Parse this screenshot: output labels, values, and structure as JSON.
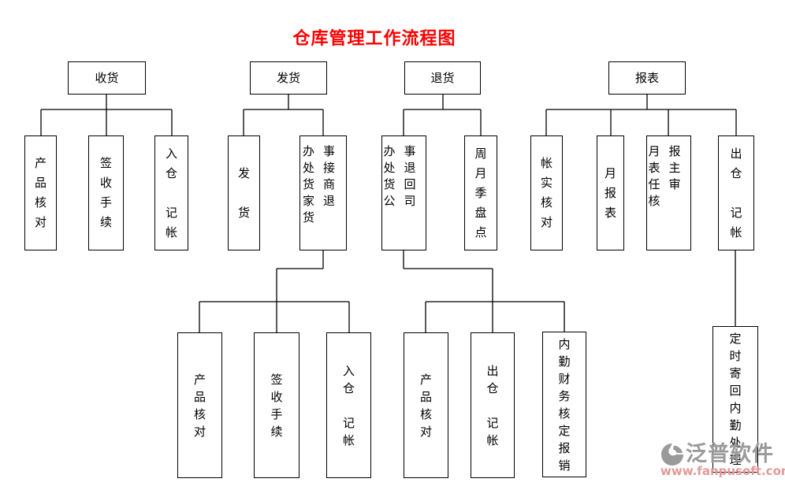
{
  "title": "仓库管理工作流程图",
  "colors": {
    "title": "#ff0000",
    "connector": "#000000",
    "watermark_brand": "#9a9a9a",
    "watermark_site": "#e59898"
  },
  "flow": {
    "receiving": {
      "root": "收货",
      "children": {
        "product_check": "产\n品\n核\n对",
        "sign_procedure": "签\n收\n手\n续",
        "inbound_entry": "入\n仓\n\n记\n帐"
      }
    },
    "shipping": {
      "root": "发货",
      "children": {
        "ship_goods": "发\n\n货",
        "office_receive_returns": "办事\n处接\n货商\n家退\n货"
      },
      "grandchildren": {
        "product_check": "产\n品\n核\n对",
        "sign_procedure": "签\n收\n手\n续",
        "inbound_entry": "入\n仓\n\n记\n帐"
      }
    },
    "returns": {
      "root": "退货",
      "children": {
        "office_return_company": "办事\n处退\n货回\n公司",
        "periodic_stocktake": "周\n月\n季\n盘\n点"
      },
      "grandchildren": {
        "product_check": "产\n品\n核\n对",
        "outbound_entry": "出\n仓\n\n记\n帐",
        "backoffice_finance": "内\n勤\n财\n务\n核\n定\n报\n销"
      }
    },
    "reports": {
      "root": "报表",
      "children": {
        "account_check": "帐\n实\n核\n对",
        "monthly_report": "月\n报\n表",
        "director_review": "月报\n表主\n任审\n核",
        "outbound_entry": "出\n仓\n\n记\n帐"
      },
      "grandchildren": {
        "mail_back": "定\n时\n寄\n回\n内\n勤\n处\n理"
      }
    }
  },
  "watermark": {
    "brand": "泛普软件",
    "website": "www.fanpusoft.com"
  }
}
